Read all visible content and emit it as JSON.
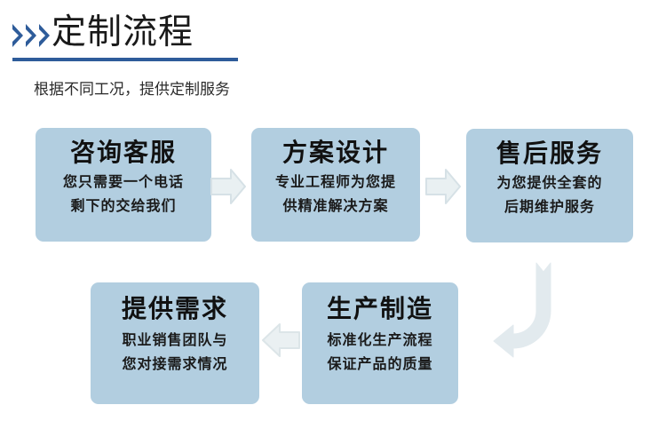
{
  "header": {
    "chevron_icon": "triple-chevron-right",
    "title": "定制流程",
    "subtitle": "根据不同工况，提供定制服务",
    "accent_color": "#2E5C9A"
  },
  "theme": {
    "box_fill": "#B2CEE0",
    "arrow_fill": "#E3EBEE",
    "arrow_stroke": "#D2DEE3",
    "text_color": "#111111",
    "background": "#FFFFFF"
  },
  "flow": {
    "steps": [
      {
        "id": "consult",
        "title": "咨询客服",
        "desc_line1": "您只需要一个电话",
        "desc_line2": "剩下的交给我们"
      },
      {
        "id": "design",
        "title": "方案设计",
        "desc_line1": "专业工程师为您提",
        "desc_line2": "供精准解决方案"
      },
      {
        "id": "after-sales",
        "title": "售后服务",
        "desc_line1": "为您提供全套的",
        "desc_line2": "后期维护服务"
      },
      {
        "id": "requirements",
        "title": "提供需求",
        "desc_line1": "职业销售团队与",
        "desc_line2": "您对接需求情况"
      },
      {
        "id": "manufacturing",
        "title": "生产制造",
        "desc_line1": "标准化生产流程",
        "desc_line2": "保证产品的质量"
      }
    ],
    "connectors": [
      {
        "id": "consult-to-design",
        "icon": "arrow-right-icon"
      },
      {
        "id": "design-to-aftersales",
        "icon": "arrow-right-icon"
      },
      {
        "id": "manufacturing-to-requirements",
        "icon": "arrow-left-icon"
      },
      {
        "id": "aftersales-to-manufacturing",
        "icon": "arrow-uturn-down-left-icon"
      }
    ]
  }
}
